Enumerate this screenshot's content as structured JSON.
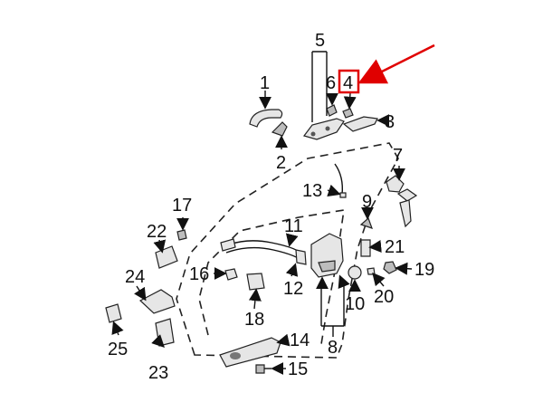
{
  "diagram": {
    "highlight_color": "#e00000",
    "callouts": {
      "c1": "1",
      "c2": "2",
      "c3": "3",
      "c4": "4",
      "c5": "5",
      "c6": "6",
      "c7": "7",
      "c8": "8",
      "c9": "9",
      "c10": "10",
      "c11": "11",
      "c12": "12",
      "c13": "13",
      "c14": "14",
      "c15": "15",
      "c16": "16",
      "c17": "17",
      "c18": "18",
      "c19": "19",
      "c20": "20",
      "c21": "21",
      "c22": "22",
      "c23": "23",
      "c24": "24",
      "c25": "25"
    },
    "highlighted_callout": "4"
  }
}
